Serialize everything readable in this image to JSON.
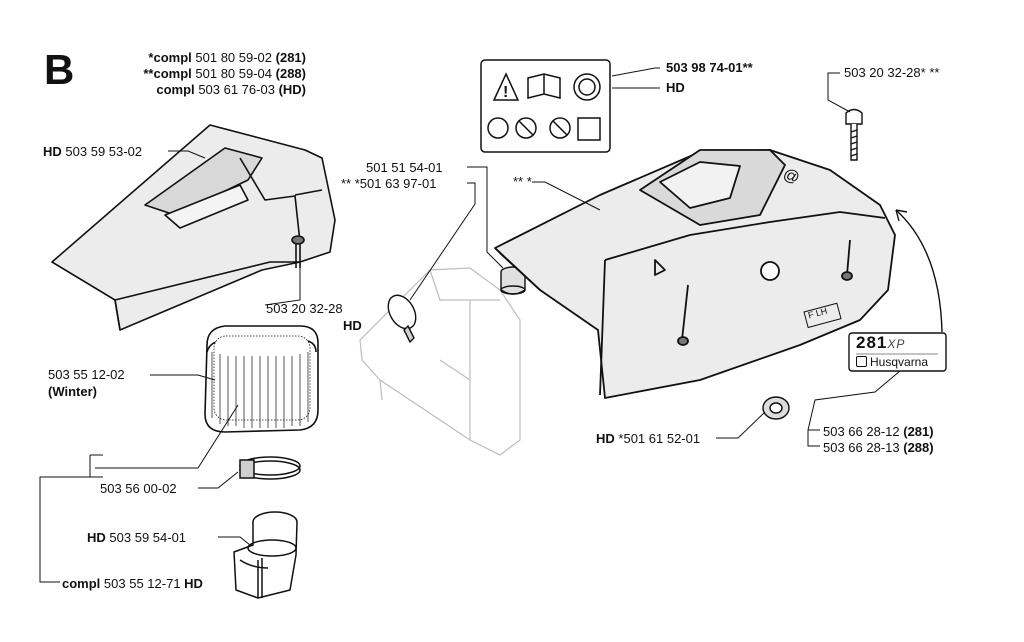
{
  "section_letter": "B",
  "header": {
    "line1": {
      "prefix": "*compl",
      "number": "501 80 59-02",
      "model": "(281)"
    },
    "line2": {
      "prefix": "**compl",
      "number": "501 80 59-04",
      "model": "(288)"
    },
    "line3": {
      "prefix": "compl",
      "number": "503 61 76-03",
      "model": "(HD)"
    }
  },
  "labels": {
    "hd_filter_cover": {
      "tag": "HD",
      "number": "503 59 53-02"
    },
    "screw_left": {
      "number": "503 20 32-28",
      "tag": "HD"
    },
    "air_filter": {
      "number": "503 55 12-02",
      "note": "(Winter)"
    },
    "clamp": {
      "number": "503 56 00-02"
    },
    "hd_adapter": {
      "tag": "HD",
      "number": "503 59 54-01"
    },
    "compl_kit": {
      "prefix": "compl",
      "number": "503 55 12-71",
      "tag": "HD"
    },
    "plug_a": {
      "number": "501 51 54-01"
    },
    "plug_b": {
      "stars": "** *",
      "number": "501 63 97-01"
    },
    "cover_marker": "** *",
    "decal": {
      "number": "503 98 74-01",
      "stars": "**",
      "tag": "HD"
    },
    "screw_right": {
      "number": "503 20 32-28*",
      "stars": "**"
    },
    "grommet": {
      "tag": "HD",
      "number": "*501 61 52-01"
    },
    "emblem_281": {
      "number": "503 66 28-12",
      "model": "(281)"
    },
    "emblem_288": {
      "number": "503 66 28-13",
      "model": "(288)"
    }
  },
  "emblem": {
    "model": "281",
    "suffix": "XP",
    "brand": "Husqvarna"
  },
  "cover_mark": "F LH",
  "colors": {
    "ink": "#111111",
    "fill": "#e8e8e8",
    "ghost": "#bdbdbd"
  }
}
